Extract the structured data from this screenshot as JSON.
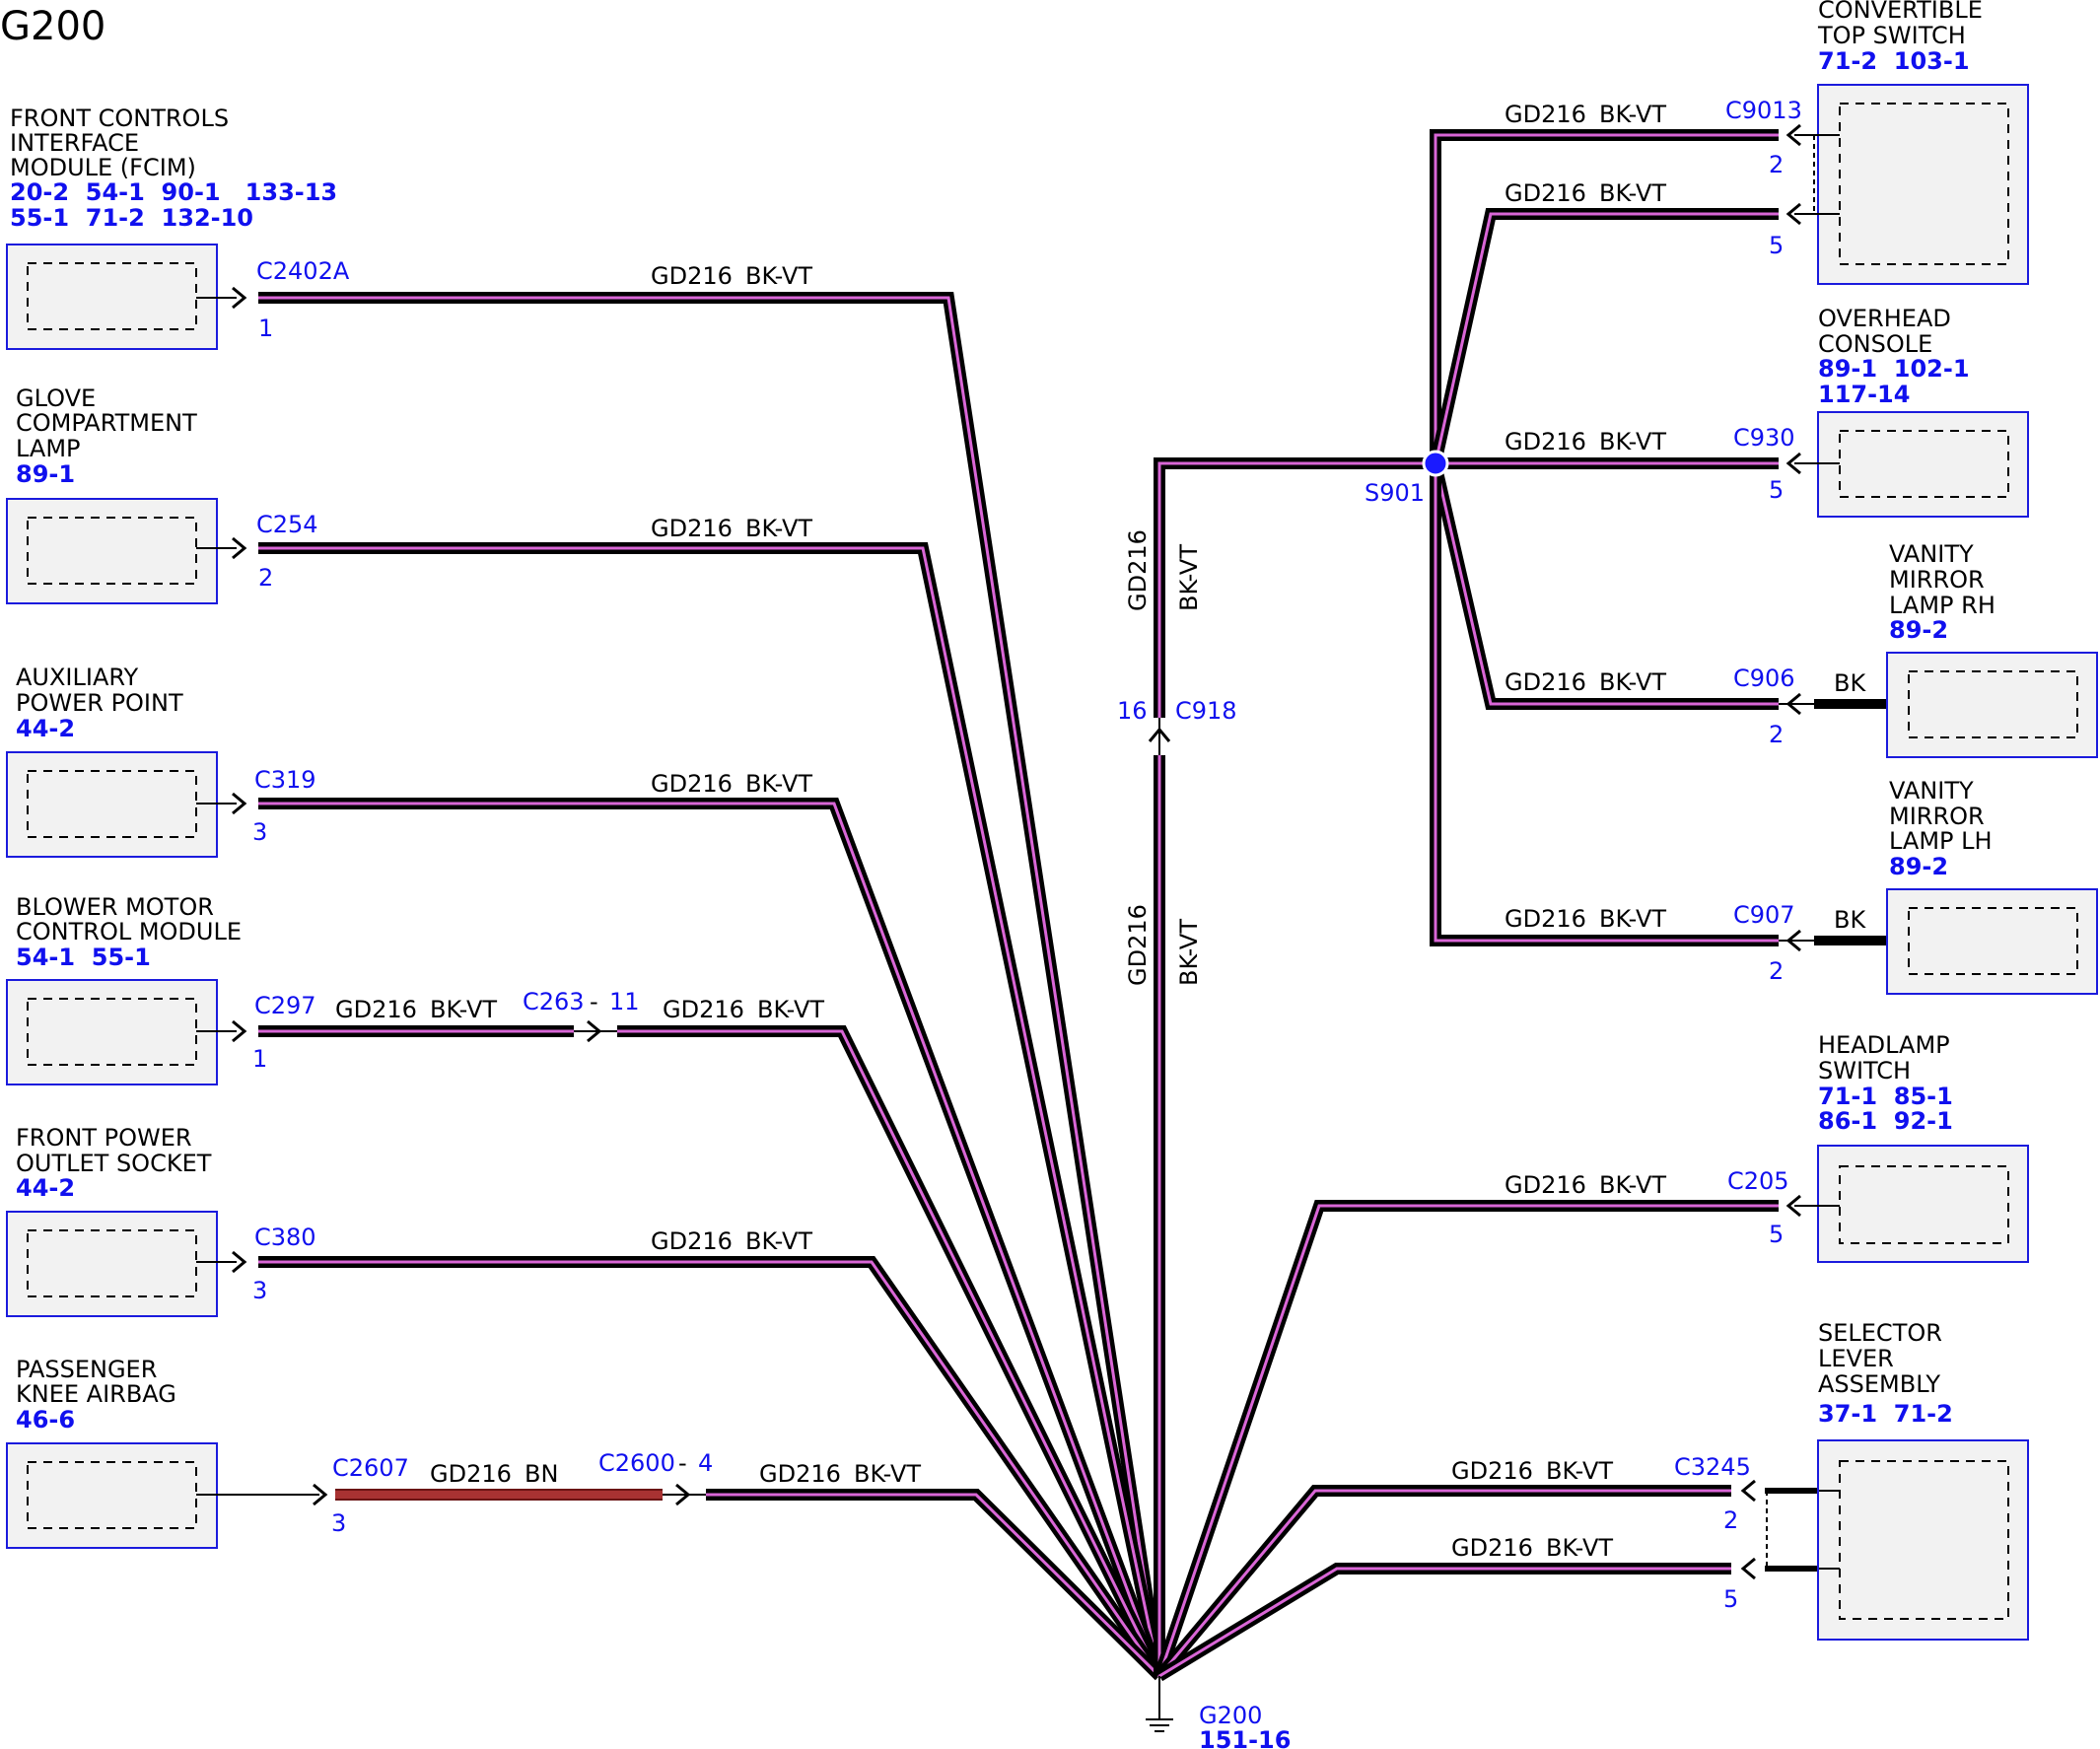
{
  "title": "G200",
  "wire": {
    "circuit": "GD216",
    "color": "BK-VT",
    "color_bn": "BN",
    "color_bk": "BK"
  },
  "colors": {
    "wire_outer": "#000000",
    "wire_inner": "#d966d6",
    "bn_wire": "#9b2a2a",
    "blue": "#1010ee",
    "box_fill": "#f2f2f2"
  },
  "components": {
    "fcim": {
      "name": [
        "FRONT CONTROLS",
        "INTERFACE",
        "MODULE (FCIM)"
      ],
      "refs": [
        "20-2  54-1  90-1   133-13",
        "55-1  71-2  132-10"
      ],
      "connector": "C2402A",
      "pin": "1"
    },
    "glove": {
      "name": [
        "GLOVE",
        "COMPARTMENT",
        "LAMP"
      ],
      "refs": [
        "89-1"
      ],
      "connector": "C254",
      "pin": "2"
    },
    "aux": {
      "name": [
        "AUXILIARY",
        "POWER POINT"
      ],
      "refs": [
        "44-2"
      ],
      "connector": "C319",
      "pin": "3"
    },
    "blower": {
      "name": [
        "BLOWER MOTOR",
        "CONTROL MODULE"
      ],
      "refs": [
        "54-1  55-1"
      ],
      "connector": "C297",
      "pin": "1",
      "inline": "C263",
      "inline_pin": "11"
    },
    "front_outlet": {
      "name": [
        "FRONT POWER",
        "OUTLET SOCKET"
      ],
      "refs": [
        "44-2"
      ],
      "connector": "C380",
      "pin": "3"
    },
    "knee_airbag": {
      "name": [
        "PASSENGER",
        "KNEE AIRBAG"
      ],
      "refs": [
        "46-6"
      ],
      "connector": "C2607",
      "pin": "3",
      "inline": "C2600",
      "inline_pin": "4"
    },
    "conv_top": {
      "name": [
        "CONVERTIBLE",
        "TOP SWITCH"
      ],
      "refs": [
        "71-2  103-1"
      ],
      "connector": "C9013",
      "pins": [
        "2",
        "5"
      ]
    },
    "overhead": {
      "name": [
        "OVERHEAD",
        "CONSOLE"
      ],
      "refs": [
        "89-1  102-1",
        "117-14"
      ],
      "connector": "C930",
      "pin": "5"
    },
    "vanity_rh": {
      "name": [
        "VANITY",
        "MIRROR",
        "LAMP RH"
      ],
      "refs": [
        "89-2"
      ],
      "connector": "C906",
      "pin": "2"
    },
    "vanity_lh": {
      "name": [
        "VANITY",
        "MIRROR",
        "LAMP LH"
      ],
      "refs": [
        "89-2"
      ],
      "connector": "C907",
      "pin": "2"
    },
    "headlamp": {
      "name": [
        "HEADLAMP",
        "SWITCH"
      ],
      "refs": [
        "71-1  85-1",
        "86-1  92-1"
      ],
      "connector": "C205",
      "pin": "5"
    },
    "selector": {
      "name": [
        "SELECTOR",
        "LEVER",
        "ASSEMBLY"
      ],
      "refs": [
        "37-1  71-2"
      ],
      "connector": "C3245",
      "pins": [
        "2",
        "5"
      ]
    }
  },
  "splice": {
    "id": "S901"
  },
  "inline_c918": {
    "connector": "C918",
    "pin": "16"
  },
  "ground": {
    "id": "G200",
    "ref": "151-16"
  }
}
